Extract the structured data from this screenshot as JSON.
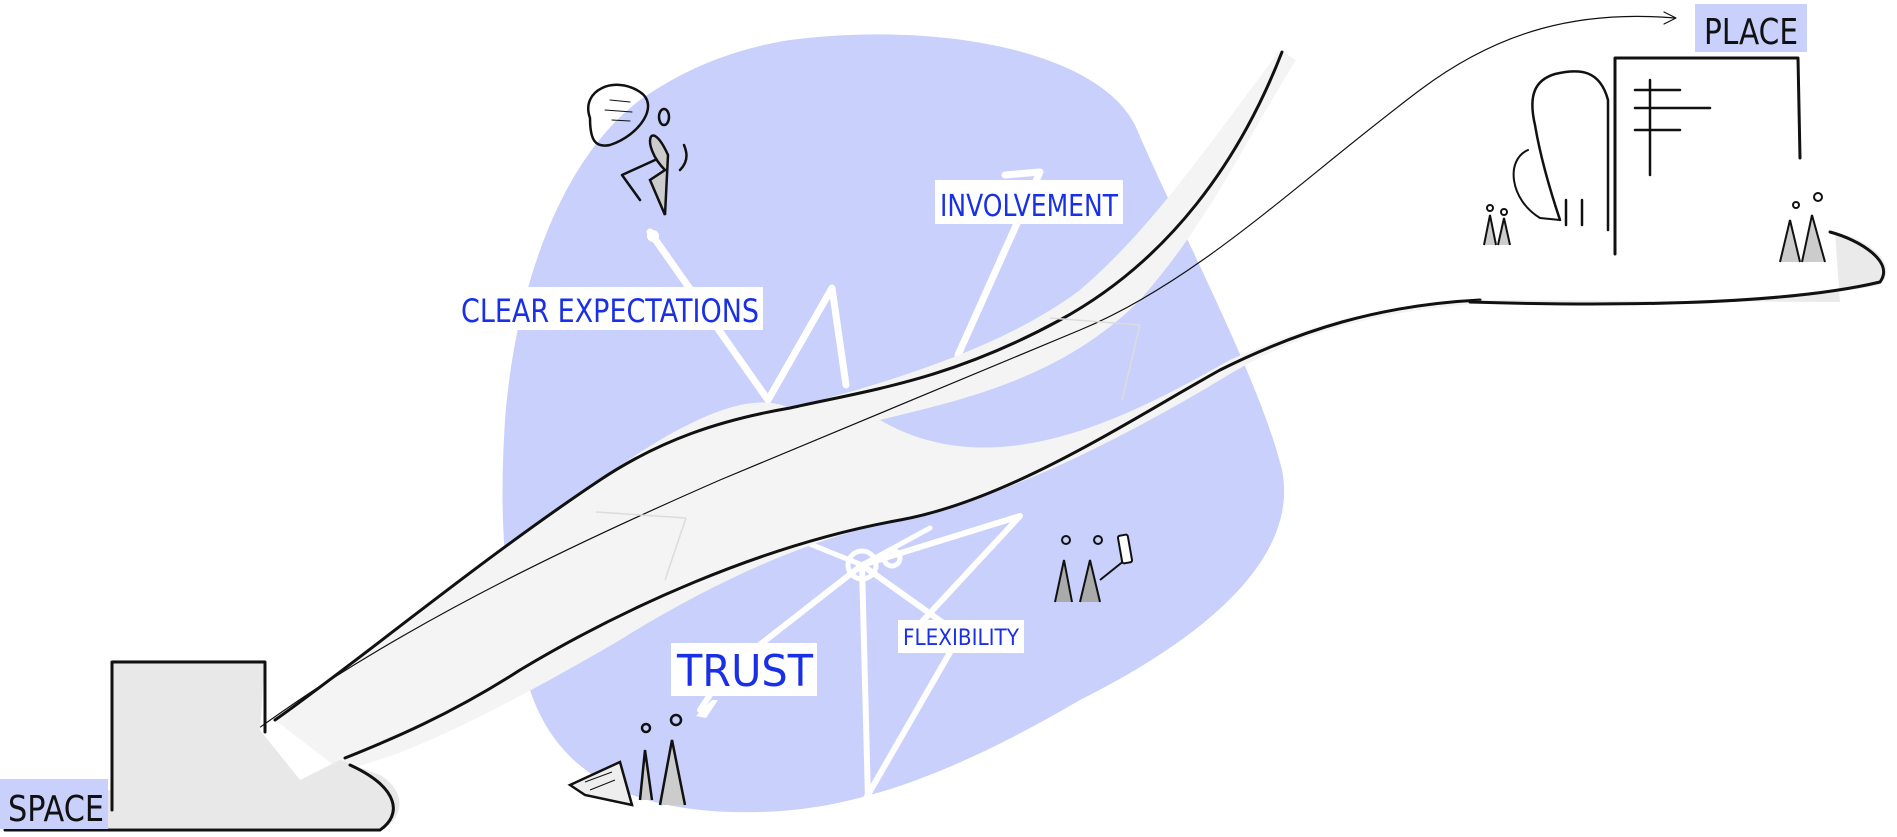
{
  "diagram": {
    "start_label": "SPACE",
    "end_label": "PLACE",
    "factors": [
      "CLEAR EXPECTATIONS",
      "INVOLVEMENT",
      "TRUST",
      "FLEXIBILITY"
    ]
  },
  "colors": {
    "blob": "#c8d0fb",
    "label_text": "#1a30e6",
    "label_background": "#ffffff",
    "tag_background": "#c8d0fb",
    "ink": "#111111",
    "road": "#f4f4f4",
    "building_fill": "#e6e6e6",
    "figure_fill": "#cccccc"
  }
}
